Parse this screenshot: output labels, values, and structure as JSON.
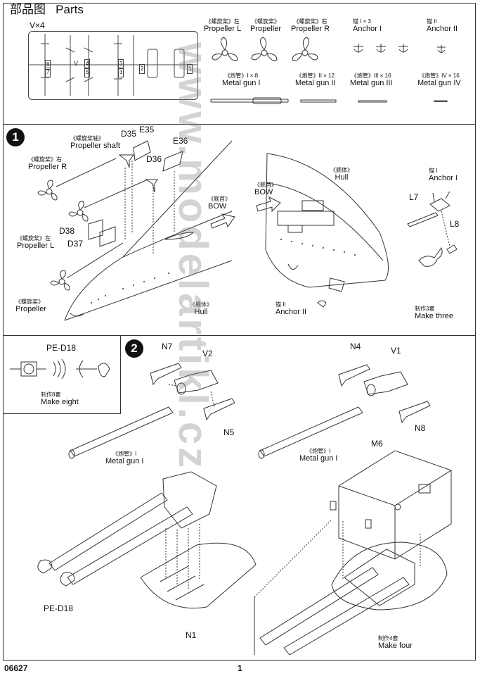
{
  "parts": {
    "title_cn": "部品图",
    "title_en": "Parts",
    "sprue_label": "V×4",
    "sprue_numbers": [
      "6",
      "7",
      "V",
      "4",
      "3",
      "5",
      "3",
      "2",
      "1"
    ],
    "items": [
      {
        "cn": "《螺旋桨》左",
        "en": "Propeller L"
      },
      {
        "cn": "《螺旋桨》",
        "en": "Propeller"
      },
      {
        "cn": "《螺旋桨》右",
        "en": "Propeller R"
      },
      {
        "cn": "锚 I × 3",
        "en": "Anchor I"
      },
      {
        "cn": "锚 II",
        "en": "Anchor II"
      },
      {
        "cn": "《炮管》I × 8",
        "en": "Metal gun I"
      },
      {
        "cn": "《炮管》II × 12",
        "en": "Metal gun II"
      },
      {
        "cn": "《炮管》III × 16",
        "en": "Metal gun III"
      },
      {
        "cn": "《炮管》IV × 16",
        "en": "Metal gun IV"
      }
    ]
  },
  "step1": {
    "number": "1",
    "labels": {
      "d35": "D35",
      "e35": "E35",
      "e36": "E36",
      "d36": "D36",
      "d38": "D38",
      "d37": "D37",
      "shaft_cn": "《螺旋桨轴》",
      "shaft_en": "Propeller shaft",
      "propR_cn": "《螺旋桨》右",
      "propR_en": "Propeller R",
      "propL_cn": "《螺旋桨》左",
      "propL_en": "Propeller L",
      "prop_cn": "《螺旋桨》",
      "prop_en": "Propeller",
      "bow_cn": "《舰首》",
      "bow_en": "BOW",
      "bow2_cn": "《舰首》",
      "bow2_en": "BOW",
      "hull_cn": "《舰体》",
      "hull_en": "Hull",
      "hull2_cn": "《舰体》",
      "hull2_en": "Hull",
      "anchor1_cn": "锚 I",
      "anchor1_en": "Anchor I",
      "anchor2_cn": "锚 II",
      "anchor2_en": "Anchor II",
      "l7": "L7",
      "l8": "L8",
      "make_cn": "制作3套",
      "make_en": "Make three"
    }
  },
  "step2": {
    "number": "2",
    "labels": {
      "pe_title": "PE-D18",
      "pe_make_cn": "制作8套",
      "pe_make_en": "Make eight",
      "n7": "N7",
      "v2": "V2",
      "n5": "N5",
      "n4": "N4",
      "v1": "V1",
      "n8": "N8",
      "gun1_cn": "《炮管》I",
      "gun1_en": "Metal gun I",
      "gun2_cn": "《炮管》I",
      "gun2_en": "Metal gun I",
      "m6": "M6",
      "pe_bottom": "PE-D18",
      "n1": "N1",
      "make_cn": "制作4套",
      "make_en": "Make four"
    }
  },
  "footer": {
    "code": "06627",
    "page": "1"
  },
  "watermark": "www.modelartikl.cz"
}
